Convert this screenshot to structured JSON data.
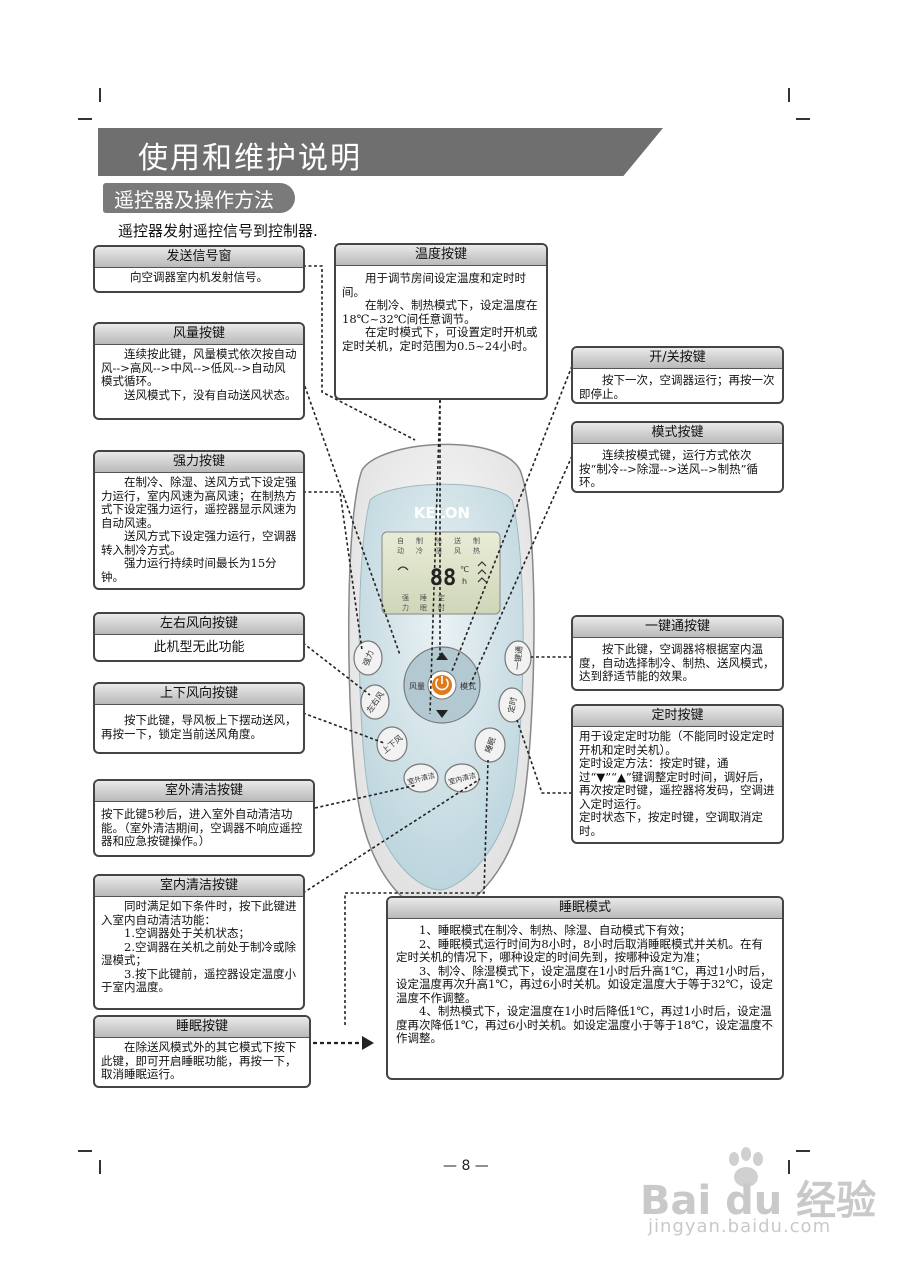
{
  "header": {
    "title": "使用和维护说明",
    "subtitle": "遥控器及操作方法",
    "intro": "遥控器发射遥控信号到控制器."
  },
  "boxes": {
    "send": {
      "title": "发送信号窗",
      "lines": [
        "向空调器室内机发射信号。"
      ]
    },
    "fan": {
      "title": "风量按键",
      "lines": [
        "连续按此键，风量模式依次按自动风-->高风-->中风-->低风-->自动风模式循环。",
        "送风模式下，没有自动送风状态。"
      ]
    },
    "strong": {
      "title": "强力按键",
      "lines": [
        "在制冷、除湿、送风方式下设定强力运行，室内风速为高风速；在制热方式下设定强力运行，遥控器显示风速为自动风速。",
        "送风方式下设定强力运行，空调器转入制冷方式。",
        "强力运行持续时间最长为15分钟。"
      ]
    },
    "lr": {
      "title": "左右风向按键",
      "lines": [
        "此机型无此功能"
      ]
    },
    "ud": {
      "title": "上下风向按键",
      "lines": [
        "按下此键，导风板上下摆动送风，再按一下，锁定当前送风角度。"
      ]
    },
    "outdoor": {
      "title": "室外清洁按键",
      "lines": [
        "按下此键5秒后，进入室外自动清洁功能。（室外清洁期间，空调器不响应遥控器和应急按键操作。）"
      ]
    },
    "indoor": {
      "title": "室内清洁按键",
      "lines": [
        "同时满足如下条件时，按下此键进入室内自动清洁功能：",
        "1.空调器处于关机状态；",
        "2.空调器在关机之前处于制冷或除湿模式；",
        "3.按下此键前，遥控器设定温度小于室内温度。"
      ]
    },
    "sleepkey": {
      "title": "睡眠按键",
      "lines": [
        "在除送风模式外的其它模式下按下此键，即可开启睡眠功能，再按一下，取消睡眠运行。"
      ]
    },
    "temp": {
      "title": "温度按键",
      "lines": [
        "用于调节房间设定温度和定时时间。",
        "在制冷、制热模式下，设定温度在18℃~32℃间任意调节。",
        "在定时模式下，可设置定时开机或定时关机，定时范围为0.5~24小时。"
      ]
    },
    "power": {
      "title": "开/关按键",
      "lines": [
        "按下一次，空调器运行；再按一次即停止。"
      ]
    },
    "mode": {
      "title": "模式按键",
      "lines": [
        "连续按模式键，运行方式依次按“制冷-->除湿-->送风-->制热”循环。"
      ]
    },
    "onekey": {
      "title": "一键通按键",
      "lines": [
        "按下此键，空调器将根据室内温度，自动选择制冷、制热、送风模式，达到舒适节能的效果。"
      ]
    },
    "timer": {
      "title": "定时按键",
      "lines": [
        "用于设定定时功能（不能同时设定定时开机和定时关机）。",
        "定时设定方法：按定时键，通过“▼”“▲”键调整定时时间，调好后，再次按定时键，遥控器将发码，空调进入定时运行。",
        "定时状态下，按定时键，空调取消定时。"
      ]
    },
    "sleepmode": {
      "title": "睡眠模式",
      "lines": [
        "1、睡眠模式在制冷、制热、除湿、自动模式下有效；",
        "2、睡眠模式运行时间为8小时，8小时后取消睡眠模式并关机。在有定时关机的情况下，哪种设定的时间先到，按哪种设定为准；",
        "3、制冷、除湿模式下，设定温度在1小时后升高1℃，再过1小时后，设定温度再次升高1℃，再过6小时关机。如设定温度大于等于32℃，设定温度不作调整。",
        "4、制热模式下，设定温度在1小时后降低1℃，再过1小时后，设定温度再次降低1℃，再过6小时关机。如设定温度小于等于18℃，设定温度不作调整。"
      ]
    }
  },
  "remote": {
    "brand": "KELON",
    "lcd_icons_top": [
      "自",
      "制",
      "除",
      "送",
      "制"
    ],
    "lcd_icons_row2": [
      "动",
      "冷",
      "湿",
      "风",
      "热"
    ],
    "lcd_digits": "88",
    "lcd_unit_c": "℃",
    "lcd_unit_h": "h",
    "lcd_bottom": [
      "强",
      "睡",
      "定"
    ],
    "lcd_bottom2": [
      "力",
      "眠",
      "时"
    ],
    "buttons": {
      "strong": "强力",
      "lr": "左右风",
      "ud": "上下风",
      "outdoor": "室外清洁",
      "indoor": "室内清洁",
      "fan": "风量",
      "mode": "模式",
      "onekey": "一键通",
      "timer": "定时",
      "sleep": "睡眠"
    }
  },
  "footer": {
    "page": "— 8 —",
    "watermark_logo": "Bai du 经验",
    "watermark_url": "jingyan.baidu.com"
  }
}
